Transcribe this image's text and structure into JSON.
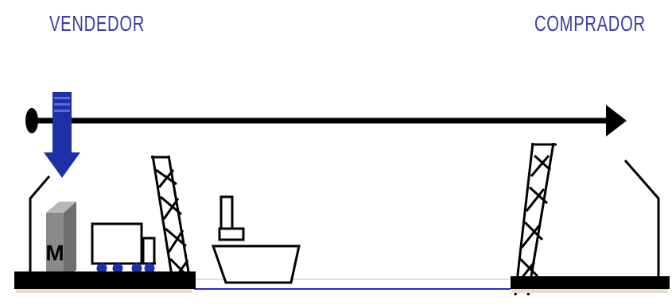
{
  "labels": {
    "seller": "VENDEDOR",
    "buyer": "COMPRADOR"
  },
  "box_letter": "M",
  "colors": {
    "text": "#3b3ba8",
    "arrow": "#1f2fa8",
    "ink": "#000000",
    "water": "#2a2ad0"
  },
  "icons": [
    "risk-arrow",
    "seller-building",
    "cargo-box",
    "truck",
    "crane",
    "ship",
    "buyer-building"
  ]
}
